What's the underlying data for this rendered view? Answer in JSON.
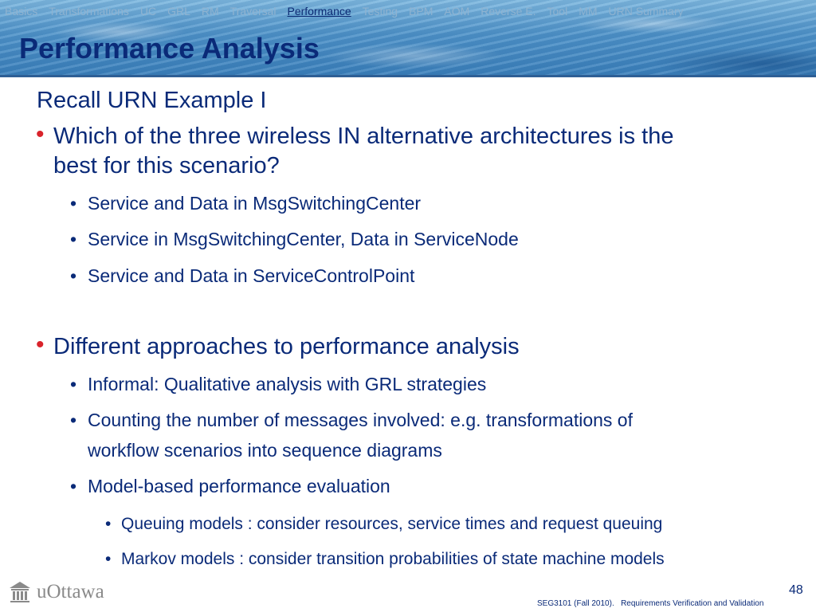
{
  "nav": {
    "items": [
      "Basics",
      "Transformations",
      "UC",
      "GRL",
      "RM",
      "Traversal",
      "Performance",
      "Testing",
      "BPM",
      "AOM",
      "Reverse E.",
      "Tool",
      "MM",
      "URN Summary"
    ],
    "active": "Performance"
  },
  "slide": {
    "title": "Performance Analysis",
    "subtitle": "Recall URN Example I",
    "bullet1_line1": "Which of the three wireless IN alternative architectures is the",
    "bullet1_line2": "best for this scenario?",
    "options": [
      "Service and Data in MsgSwitchingCenter",
      "Service in MsgSwitchingCenter, Data in ServiceNode",
      "Service and Data in ServiceControlPoint"
    ],
    "bullet2": "Different approaches to performance analysis",
    "approaches": {
      "informal": "Informal: Qualitative analysis with GRL strategies",
      "counting_line1": "Counting the number of messages involved: e.g. transformations of",
      "counting_line2": "workflow scenarios into sequence diagrams",
      "model_based": "Model-based performance evaluation"
    },
    "models": [
      "Queuing models : consider resources, service times and request queuing",
      "Markov models : consider transition probabilities of state machine models"
    ]
  },
  "footer": {
    "logo_text": "uOttawa",
    "page_number": "48",
    "course": "SEG3101 (Fall 2010).",
    "topic": "Requirements Verification and Validation"
  },
  "colors": {
    "title": "#0a2a78",
    "bullet_red": "#d9232b",
    "nav_inactive": "#8eb3d1",
    "nav_active": "#0c2a73"
  },
  "bullet_glyph": "•"
}
